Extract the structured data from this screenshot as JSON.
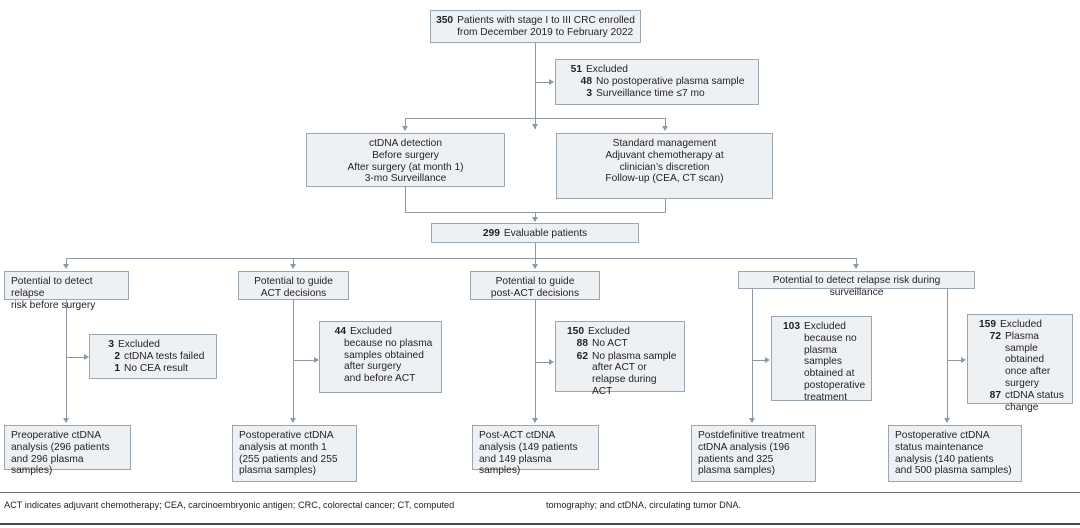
{
  "figure": {
    "type": "flowchart",
    "title": "CONSORT-style participant flow diagram for ctDNA analysis in stage I to III colorectal cancer"
  },
  "nodes": {
    "enrolled": {
      "number": "350",
      "line1": "Patients with stage I to III CRC enrolled",
      "line2": "from December 2019 to February 2022"
    },
    "excluded_top": {
      "number": "51",
      "label": "Excluded",
      "items": [
        {
          "number": "48",
          "text": "No postoperative plasma sample"
        },
        {
          "number": "3",
          "text": "Surveillance time ≤7 mo"
        }
      ]
    },
    "ctdna_detection": {
      "title": "ctDNA detection",
      "items": [
        "Before surgery",
        "After surgery (at month 1)",
        "3-mo Surveillance"
      ]
    },
    "standard_management": {
      "title": "Standard management",
      "items": [
        "Adjuvant chemotherapy at",
        "clinician’s discretion",
        "Follow-up (CEA, CT scan)"
      ]
    },
    "evaluable": {
      "number": "299",
      "label": "Evaluable patients"
    },
    "branches": [
      {
        "id": "branch-presurgery",
        "line1": "Potential to detect relapse",
        "line2": "risk before surgery"
      },
      {
        "id": "branch-act",
        "line1": "Potential to guide",
        "line2": "ACT decisions"
      },
      {
        "id": "branch-post-act",
        "line1": "Potential to guide",
        "line2": "post-ACT decisions"
      },
      {
        "id": "branch-surveillance",
        "line1": "Potential to detect relapse risk during surveillance",
        "line2": ""
      }
    ],
    "exclusions": [
      {
        "id": "excl-presurgery",
        "number": "3",
        "label": "Excluded",
        "items": [
          {
            "number": "2",
            "text": "ctDNA tests failed"
          },
          {
            "number": "1",
            "text": "No CEA result"
          }
        ]
      },
      {
        "id": "excl-act",
        "number": "44",
        "label": "Excluded",
        "lines": [
          "because no plasma",
          "samples obtained",
          "after surgery",
          "and before ACT"
        ]
      },
      {
        "id": "excl-post-act",
        "number": "150",
        "label": "Excluded",
        "items": [
          {
            "number": "88",
            "text": "No ACT"
          },
          {
            "number": "62",
            "text": "No plasma sample after ACT or relapse during ACT"
          }
        ]
      },
      {
        "id": "excl-postdefinitive",
        "number": "103",
        "label": "Excluded",
        "lines": [
          "because no",
          "plasma samples",
          "obtained at",
          "postoperative",
          "treatment"
        ]
      },
      {
        "id": "excl-surveillance",
        "number": "159",
        "label": "Excluded",
        "items": [
          {
            "number": "72",
            "text": "Plasma sample obtained once after surgery"
          },
          {
            "number": "87",
            "text": "ctDNA status change"
          }
        ]
      }
    ],
    "outcomes": [
      {
        "id": "outcome-preoperative",
        "lines": [
          "Preoperative ctDNA",
          "analysis (296 patients",
          "and 296 plasma samples)"
        ]
      },
      {
        "id": "outcome-postoperative-m1",
        "lines": [
          "Postoperative ctDNA",
          "analysis at month 1",
          "(255 patients and 255",
          "plasma samples)"
        ]
      },
      {
        "id": "outcome-post-act",
        "lines": [
          "Post-ACT ctDNA",
          "analysis (149 patients",
          "and 149 plasma samples)"
        ]
      },
      {
        "id": "outcome-postdefinitive",
        "lines": [
          "Postdefinitive treatment",
          "ctDNA analysis (196",
          "patients and 325",
          "plasma samples)"
        ]
      },
      {
        "id": "outcome-status-maintenance",
        "lines": [
          "Postoperative ctDNA",
          "status maintenance",
          "analysis (140 patients",
          "and 500 plasma samples)"
        ]
      }
    ]
  },
  "footnote": {
    "left": "ACT indicates adjuvant chemotherapy; CEA, carcinoembryonic antigen; CRC, colorectal cancer; CT, computed",
    "right": "tomography; and ctDNA, circulating tumor DNA."
  },
  "colors": {
    "box_fill": "#eef1f4",
    "box_border": "#9aa7b3",
    "connector": "#8d9aa6",
    "text": "#231f20"
  }
}
